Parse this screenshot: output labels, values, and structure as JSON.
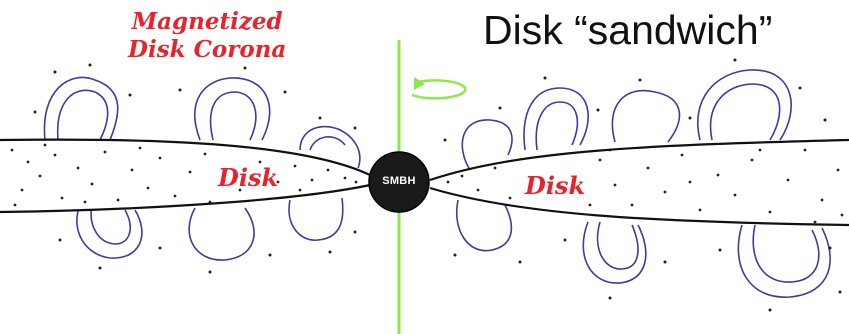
{
  "title": "Disk “sandwich”",
  "corona_label": {
    "line1": "Magnetized",
    "line2": "Disk Corona"
  },
  "disk_label_left": "Disk",
  "disk_label_right": "Disk",
  "black_hole_label": "SMBH",
  "colors": {
    "label_red": "#e8232b",
    "axis_green": "#8fe84a",
    "field_line_blue": "#3b3ba0",
    "disk_edge": "#111111",
    "black_hole": "#1a1a1a"
  }
}
